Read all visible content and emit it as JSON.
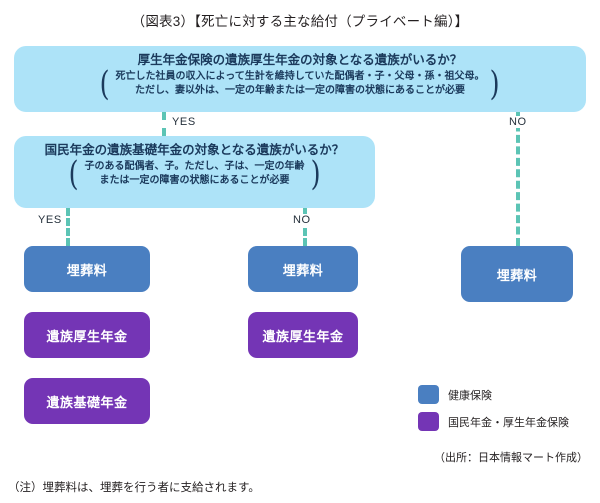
{
  "title": "（図表3）【死亡に対する主な給付（プライベート編）】",
  "questions": [
    {
      "id": "q1",
      "title": "厚生年金保険の遺族厚生年金の対象となる遺族がいるか？",
      "sub_lines": [
        "死亡した社員の収入によって生計を維持していた配偶者・子・父母・孫・祖父母。",
        "ただし、妻以外は、一定の年齢または一定の障害の状態にあることが必要"
      ],
      "bracket_open": "(",
      "bracket_close": ")"
    },
    {
      "id": "q2",
      "title": "国民年金の遺族基礎年金の対象となる遺族がいるか？",
      "sub_lines": [
        "子のある配偶者、子。ただし、子は、一定の年齢",
        "または一定の障害の状態にあることが必要"
      ],
      "bracket_open": "(",
      "bracket_close": ")"
    }
  ],
  "branch_labels": {
    "q1_yes": "YES",
    "q1_no": "NO",
    "q2_yes": "YES",
    "q2_no": "NO"
  },
  "outcomes": {
    "left": [
      {
        "label": "埋葬料",
        "scheme": "health"
      },
      {
        "label": "遺族厚生年金",
        "scheme": "pension"
      },
      {
        "label": "遺族基礎年金",
        "scheme": "pension"
      }
    ],
    "middle": [
      {
        "label": "埋葬料",
        "scheme": "health"
      },
      {
        "label": "遺族厚生年金",
        "scheme": "pension"
      }
    ],
    "right": [
      {
        "label": "埋葬料",
        "scheme": "health"
      }
    ]
  },
  "legend": [
    {
      "label": "健康保険",
      "color": "#4a7fc1"
    },
    {
      "label": "国民年金・厚生年金保険",
      "color": "#7435b5"
    }
  ],
  "source": "（出所：日本情報マート作成）",
  "note": "（注）埋葬料は、埋葬を行う者に支給されます。",
  "colors": {
    "question_box": "#ade3f8",
    "health_insurance": "#4a7fc1",
    "pension_insurance": "#7435b5",
    "connector": "#5cc4b5",
    "text_dark": "#1b3a5c"
  }
}
